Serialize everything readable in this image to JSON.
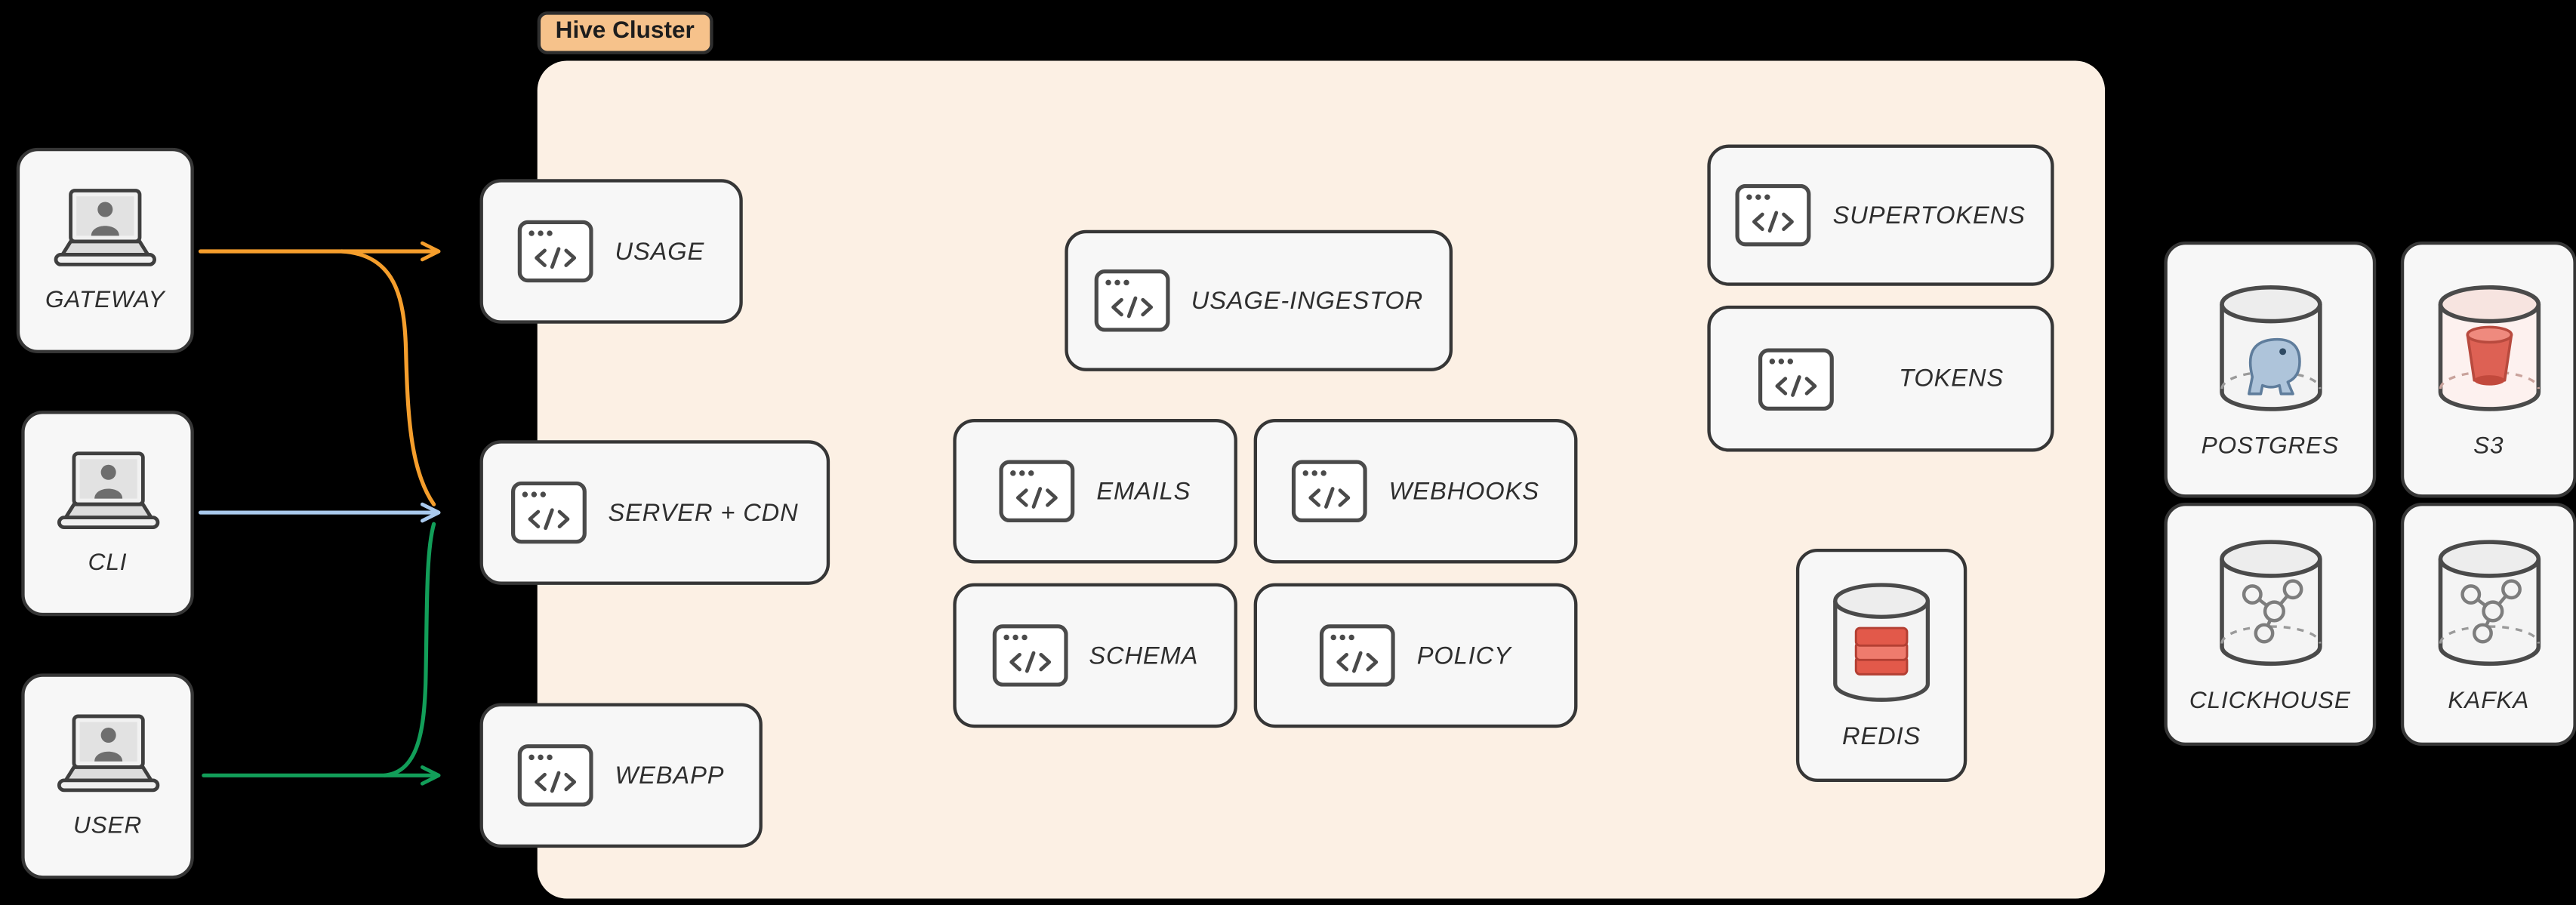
{
  "cluster": {
    "label": "Hive Cluster"
  },
  "clients": {
    "gateway": {
      "label": "GATEWAY",
      "icon": "laptop-user-icon"
    },
    "cli": {
      "label": "CLI",
      "icon": "laptop-user-icon"
    },
    "user": {
      "label": "USER",
      "icon": "laptop-user-icon"
    }
  },
  "services": {
    "usage": {
      "label": "USAGE",
      "icon": "code-window-icon"
    },
    "server_cdn": {
      "label": "SERVER + CDN",
      "icon": "code-window-icon"
    },
    "webapp": {
      "label": "WEBAPP",
      "icon": "code-window-icon"
    },
    "usage_ingestor": {
      "label": "USAGE-INGESTOR",
      "icon": "code-window-icon"
    },
    "emails": {
      "label": "EMAILS",
      "icon": "code-window-icon"
    },
    "webhooks": {
      "label": "WEBHOOKS",
      "icon": "code-window-icon"
    },
    "schema": {
      "label": "SCHEMA",
      "icon": "code-window-icon"
    },
    "policy": {
      "label": "POLICY",
      "icon": "code-window-icon"
    },
    "supertokens": {
      "label": "SUPERTOKENS",
      "icon": "code-window-icon"
    },
    "tokens": {
      "label": "TOKENS",
      "icon": "code-window-icon"
    },
    "redis": {
      "label": "REDIS",
      "icon": "redis-cylinder-icon"
    }
  },
  "datastores": {
    "postgres": {
      "label": "POSTGRES",
      "icon": "postgres-cylinder-icon"
    },
    "s3": {
      "label": "S3",
      "icon": "s3-cylinder-icon"
    },
    "clickhouse": {
      "label": "CLICKHOUSE",
      "icon": "molecule-cylinder-icon"
    },
    "kafka": {
      "label": "KAFKA",
      "icon": "molecule-cylinder-icon"
    }
  },
  "edges": [
    {
      "from": "GATEWAY",
      "to": "USAGE",
      "color_key": "edge_orange"
    },
    {
      "from": "GATEWAY",
      "to": "SERVER + CDN",
      "color_key": "edge_orange"
    },
    {
      "from": "CLI",
      "to": "SERVER + CDN",
      "color_key": "edge_blue"
    },
    {
      "from": "USER",
      "to": "SERVER + CDN",
      "color_key": "edge_green"
    },
    {
      "from": "USER",
      "to": "WEBAPP",
      "color_key": "edge_green"
    }
  ],
  "colors": {
    "background": "#000000",
    "cluster_fill": "#fcf0e4",
    "tag_fill": "#f6c28b",
    "node_fill": "#f7f7f7",
    "node_stroke": "#363636",
    "label_color": "#2e2e2e",
    "edge_orange": "#f59e2c",
    "edge_blue": "#a9c9ed",
    "edge_green": "#129e59",
    "redis_red": "#e2594a",
    "postgres_blue": "#aec4da",
    "s3_red": "#dd6154"
  }
}
